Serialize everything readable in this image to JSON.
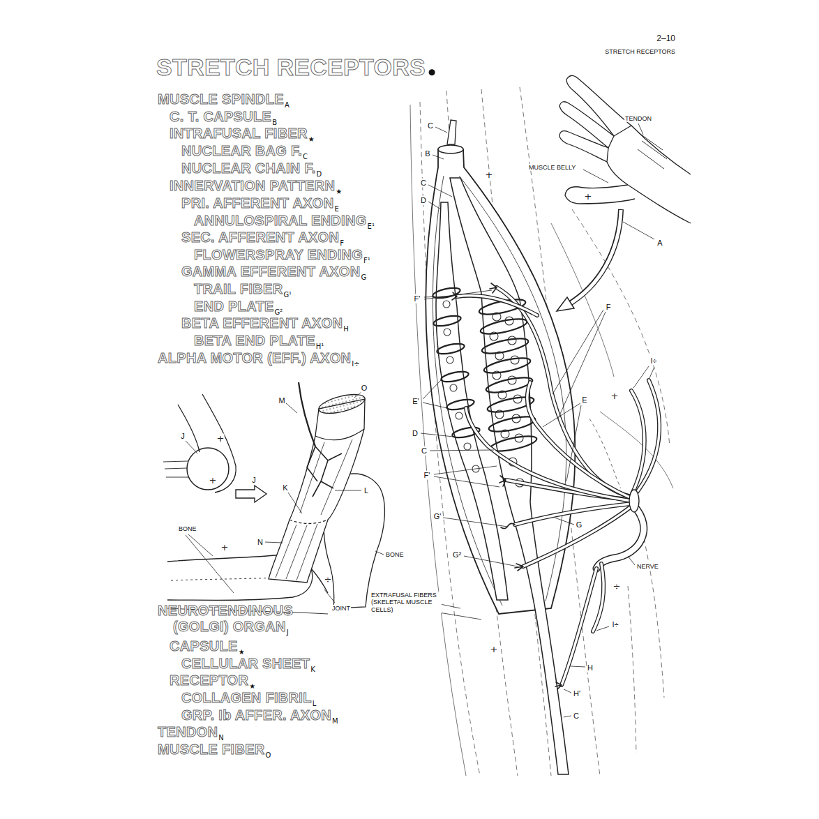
{
  "diagram": {
    "title": "STRETCH RECEPTORS",
    "labels": [
      "2–10",
      "STRETCH RECEPTORS",
      "MUSCLE SPINDLE",
      "A",
      "C. T. CAPSULE",
      "B",
      "INTRAFUSAL FIBER",
      "★",
      "NUCLEAR BAG F.",
      "C",
      "NUCLEAR CHAIN F.",
      "D",
      "INNERVATION PATTERN",
      "★",
      "PRI. AFFERENT AXON",
      "E",
      "ANNULOSPIRAL ENDING",
      "E¹",
      "SEC. AFFERENT AXON",
      "F",
      "FLOWERSPRAY ENDING",
      "F¹",
      "GAMMA EFFERENT AXON",
      "G",
      "TRAIL FIBER",
      "G¹",
      "END PLATE",
      "G²",
      "BETA EFFERENT AXON",
      "H",
      "BETA END PLATE",
      "H¹",
      "ALPHA MOTOR (EFF.) AXON",
      "I÷",
      "NEUROTENDINOUS (GOLGI) ORGAN",
      "J",
      "CAPSULE",
      "★",
      "CELLULAR SHEET",
      "K",
      "RECEPTOR",
      "★",
      "COLLAGEN FIBRIL",
      "L",
      "GRP. Ib AFFER. AXON",
      "M",
      "TENDON",
      "N",
      "MUSCLE FIBER",
      "O",
      "C",
      "B",
      "C",
      "D",
      "F'",
      "E'",
      "D",
      "C",
      "F'",
      "G'",
      "G²",
      "E",
      "F",
      "G",
      "H",
      "H'",
      "C",
      "A",
      "I÷",
      "I÷",
      "TENDON",
      "MUSCLE BELLY",
      "NERVE",
      "EXTRAFUSAL FIBERS (SKELETAL MUSCLE CELLS)",
      "BONE",
      "BONE",
      "JOINT",
      "J",
      "J",
      "M",
      "O",
      "K",
      "L",
      "N",
      "+",
      "+",
      "+",
      "÷",
      "+",
      "+",
      "+",
      "+",
      "÷"
    ]
  }
}
